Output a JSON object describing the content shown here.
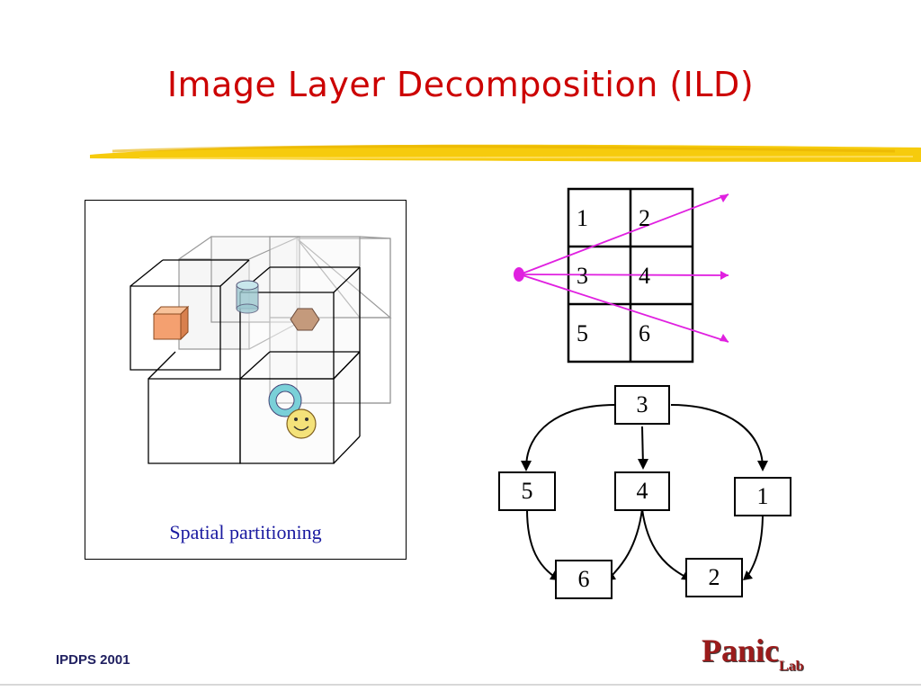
{
  "slide": {
    "title": "Image Layer Decomposition (ILD)",
    "left_caption": "Spatial partitioning"
  },
  "grid": {
    "cells": [
      "1",
      "2",
      "3",
      "4",
      "5",
      "6"
    ]
  },
  "tree": {
    "nodes": {
      "root": "3",
      "left": "5",
      "middle": "4",
      "right": "1",
      "left_child": "6",
      "middle_child": "2"
    }
  },
  "footer": {
    "conference": "IPDPS 2001",
    "logo_main": "Panic",
    "logo_sub": "Lab"
  },
  "colors": {
    "title": "#cc0000",
    "caption": "#1a1aa0",
    "rays": "#e020e0",
    "highlight": "#f5c800",
    "logo": "#9b1b1b"
  }
}
